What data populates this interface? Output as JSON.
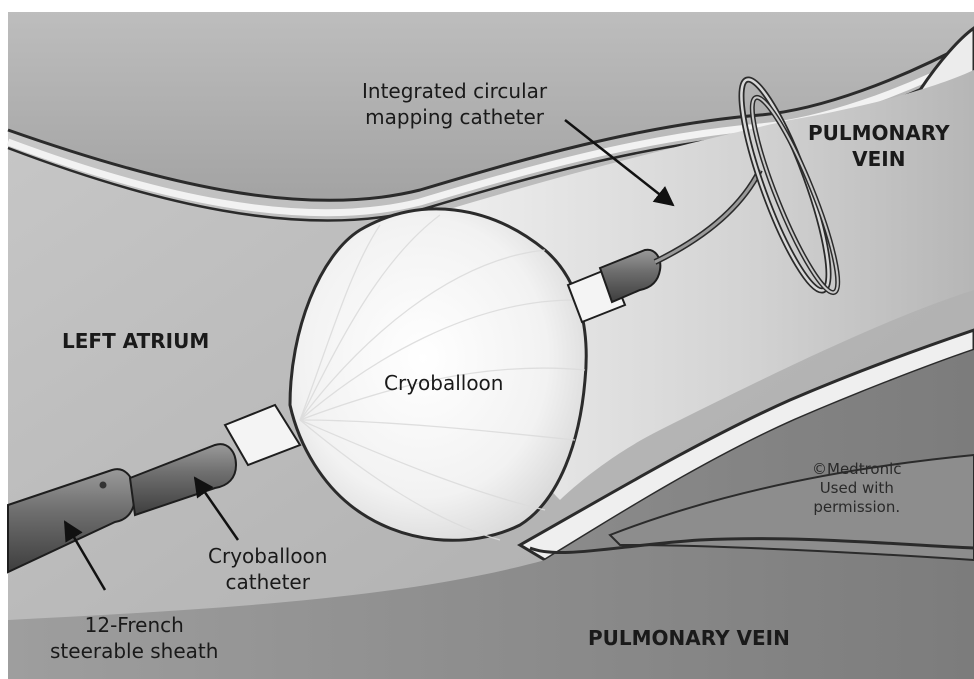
{
  "labels": {
    "mapping_catheter": [
      "Integrated circular",
      "mapping catheter"
    ],
    "pulmonary_vein_top": [
      "PULMONARY",
      "VEIN"
    ],
    "left_atrium": "LEFT ATRIUM",
    "cryoballoon": "Cryoballoon",
    "cryoballoon_catheter": [
      "Cryoballoon",
      "catheter"
    ],
    "sheath": [
      "12-French",
      "steerable sheath"
    ],
    "pulmonary_vein_bottom": "PULMONARY VEIN",
    "credit": [
      "©Medtronic",
      "Used with",
      "permission."
    ]
  }
}
